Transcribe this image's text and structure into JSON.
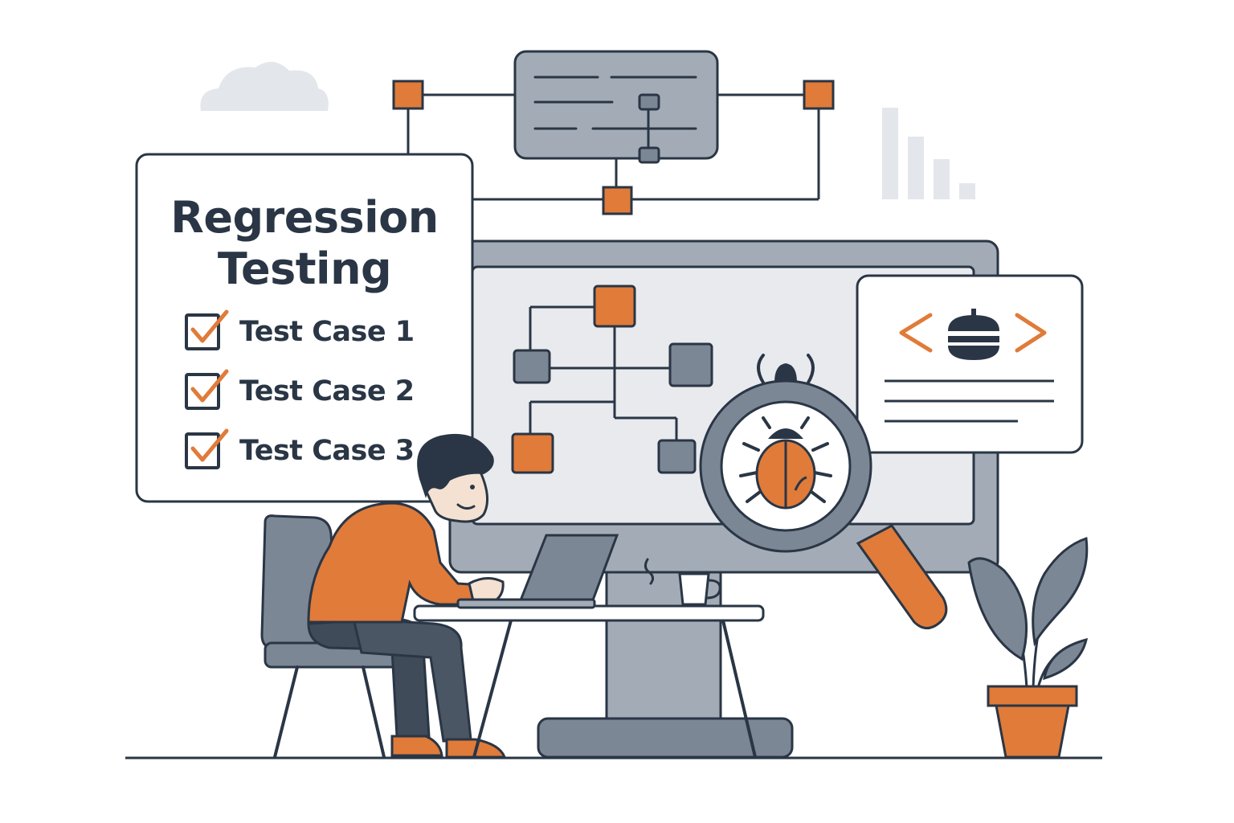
{
  "card": {
    "title_line1": "Regression",
    "title_line2": "Testing",
    "test_cases": [
      {
        "label": "Test Case 1",
        "checked": true
      },
      {
        "label": "Test Case 2",
        "checked": true
      },
      {
        "label": "Test Case 3",
        "checked": true
      }
    ]
  },
  "colors": {
    "accent": "#e07b39",
    "ink": "#2a3645",
    "slate": "#7b8794",
    "slate_light": "#a3acb6",
    "panel": "#e8eaee",
    "cloud": "#e3e6ea"
  },
  "icons": [
    "check-icon",
    "bug-icon",
    "magnifier-icon",
    "code-brackets-icon",
    "cloud-icon",
    "bar-chart-icon",
    "plant-icon",
    "coffee-cup-icon"
  ]
}
